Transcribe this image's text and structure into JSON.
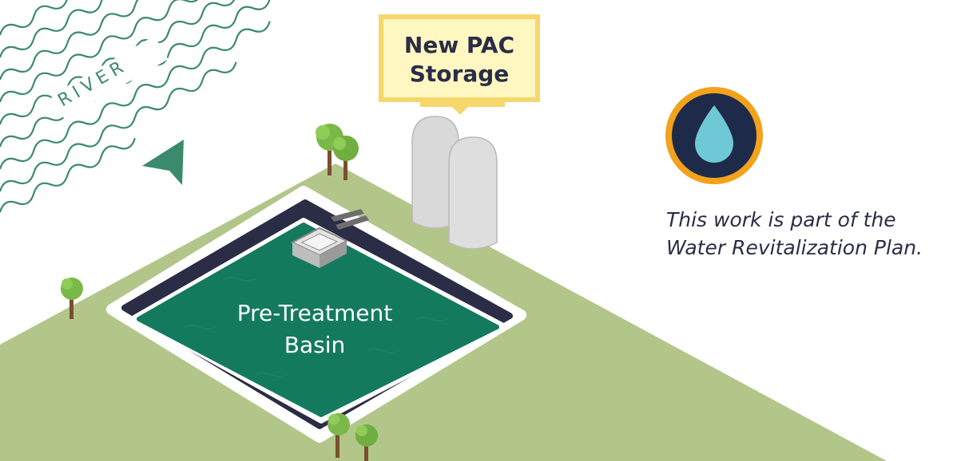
{
  "river": {
    "label": "RIVER"
  },
  "callout": {
    "line1": "New PAC",
    "line2": "Storage"
  },
  "basin": {
    "line1": "Pre-Treatment",
    "line2": "Basin"
  },
  "caption": {
    "line1": "This work is part of the",
    "line2": "Water Revitalization Plan."
  },
  "icon": {
    "name": "water-drop-icon"
  },
  "colors": {
    "ground": "#b3c68a",
    "water": "#147a5e",
    "basin_rim": "#2a2d45",
    "river_lines": "#3c8a6e",
    "callout_fill": "#fff7c2",
    "callout_border": "#f5d76a",
    "badge_ring": "#f2a21b",
    "badge_fill": "#1e2a4a",
    "drop": "#6fc8d6",
    "arrow": "#3c8a6e"
  }
}
